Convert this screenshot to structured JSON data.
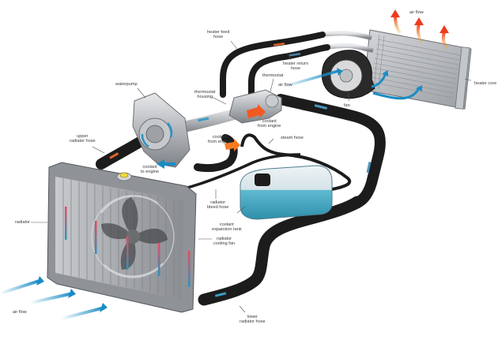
{
  "diagram": {
    "title": "Car engine cooling system",
    "colors": {
      "hose": "#1c1c1c",
      "metal": "#b9bcc0",
      "coolant": "#4fb0c8",
      "hot_arrow": "#f05a22",
      "cool_arrow": "#1a8cc4",
      "label_text": "#3a3a3a",
      "leader_line": "#555555"
    },
    "labels": {
      "heater_feed_hose": "heater feed\nhose",
      "heater_return_hose": "heater return\nhose",
      "air_flow_top": "air flow",
      "heater_core": "heater core",
      "thermostat": "thermostat",
      "air_flow_fan": "air flow",
      "fan": "fan",
      "waterpump": "waterpump",
      "thermostat_housing": "thermostat\nhousing",
      "coolant_from_engine_1": "coolant\nfrom engine",
      "coolant_from_engine_2": "coolant\nfrom engine",
      "steam_hose": "steam hose",
      "upper_radiator_hose": "upper\nradiator hose",
      "coolant_to_engine": "coolant\nto engine",
      "radiator": "radiator",
      "radiator_bleed_hose": "radiator\nbleed hose",
      "coolant_expansion_tank": "coolant\nexpansion tank",
      "radiator_cooling_fan": "radiator\ncooling fan",
      "air_flow_bottom": "air flow",
      "lower_radiator_hose": "lower\nradiator hose"
    }
  }
}
